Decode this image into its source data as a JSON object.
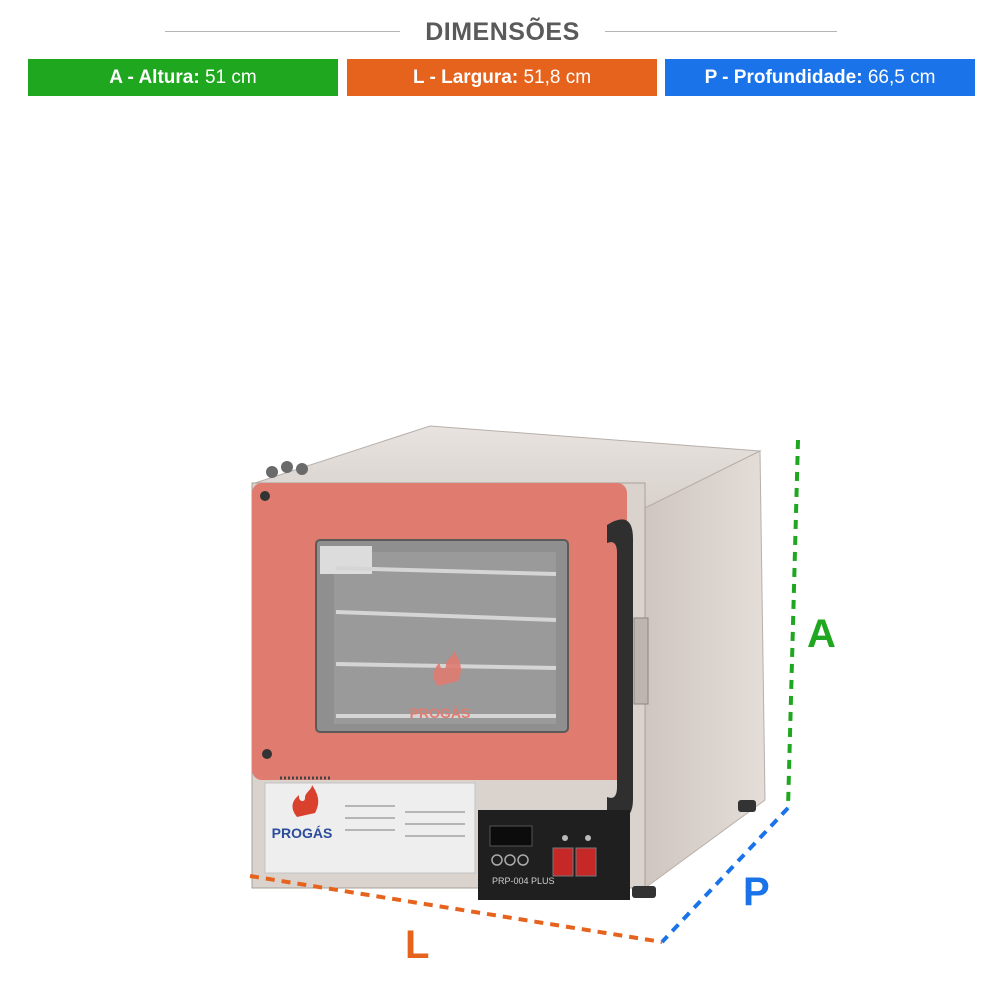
{
  "header": {
    "title": "DIMENSÕES"
  },
  "dimensions": [
    {
      "key": "A - Altura:",
      "value": "51 cm",
      "color": "#1fa71f"
    },
    {
      "key": "L - Largura:",
      "value": "51,8 cm",
      "color": "#e5631c"
    },
    {
      "key": "P - Profundidade:",
      "value": "66,5 cm",
      "color": "#1a73e8"
    }
  ],
  "markers": {
    "height": "A",
    "width": "L",
    "depth": "P"
  },
  "product": {
    "brand": "PROGÁS",
    "model": "PRP-004 PLUS"
  }
}
